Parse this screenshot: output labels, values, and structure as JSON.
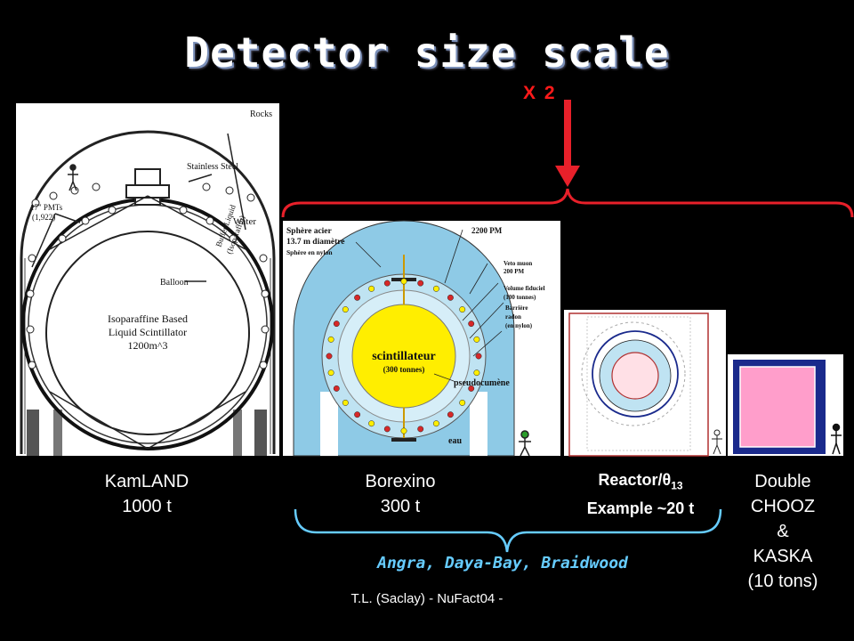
{
  "title": "Detector size scale",
  "scale_marker": "X 2",
  "detectors": {
    "kamland": {
      "name": "KamLAND",
      "mass": "1000 t",
      "labels": {
        "rocks": "Rocks",
        "steel": "Stainless Steel",
        "pmts1": "17\" PMTs",
        "pmts2": "(1,922)",
        "water": "Water",
        "buffer1": "Buffer Liquid",
        "buffer2": "(Isoparaffin)",
        "balloon": "Balloon",
        "ls1": "Isoparaffine Based",
        "ls2": "Liquid Scintillator",
        "ls3": "1200m^3"
      }
    },
    "borexino": {
      "name": "Borexino",
      "mass": "300 t",
      "labels": {
        "sphere1": "Sphère acier",
        "sphere2": "13.7 m diamètre",
        "nylon": "Sphère en nylon",
        "pm": "2200 PM",
        "veto1": "Veto muon",
        "veto2": "200 PM",
        "fid1": "Volume fiduciel",
        "fid2": "(100 tonnes)",
        "bar1": "Barrière",
        "bar2": "radon",
        "bar3": "(en nylon)",
        "scint1": "scintillateur",
        "scint2": "(300 tonnes)",
        "pc": "pseudocumène",
        "eau": "eau"
      }
    },
    "reactor": {
      "line1_prefix": "Reactor/",
      "theta": "θ",
      "sub": "13",
      "line2": "Example ~20 t"
    },
    "double_chooz": {
      "lines": [
        "Double",
        "CHOOZ",
        "&",
        "KASKA",
        "(10 tons)"
      ]
    }
  },
  "experiments": "Angra, Daya-Bay, Braidwood",
  "footer": "T.L. (Saclay) - NuFact04 -",
  "colors": {
    "arrow": "#e8202a",
    "brace_red": "#e8202a",
    "brace_blue": "#66ccff",
    "borexino_water": "#8ecae6",
    "borexino_core": "#ffee00",
    "chooz_blue": "#1a2a8c",
    "chooz_pink": "#ff9ecb"
  }
}
